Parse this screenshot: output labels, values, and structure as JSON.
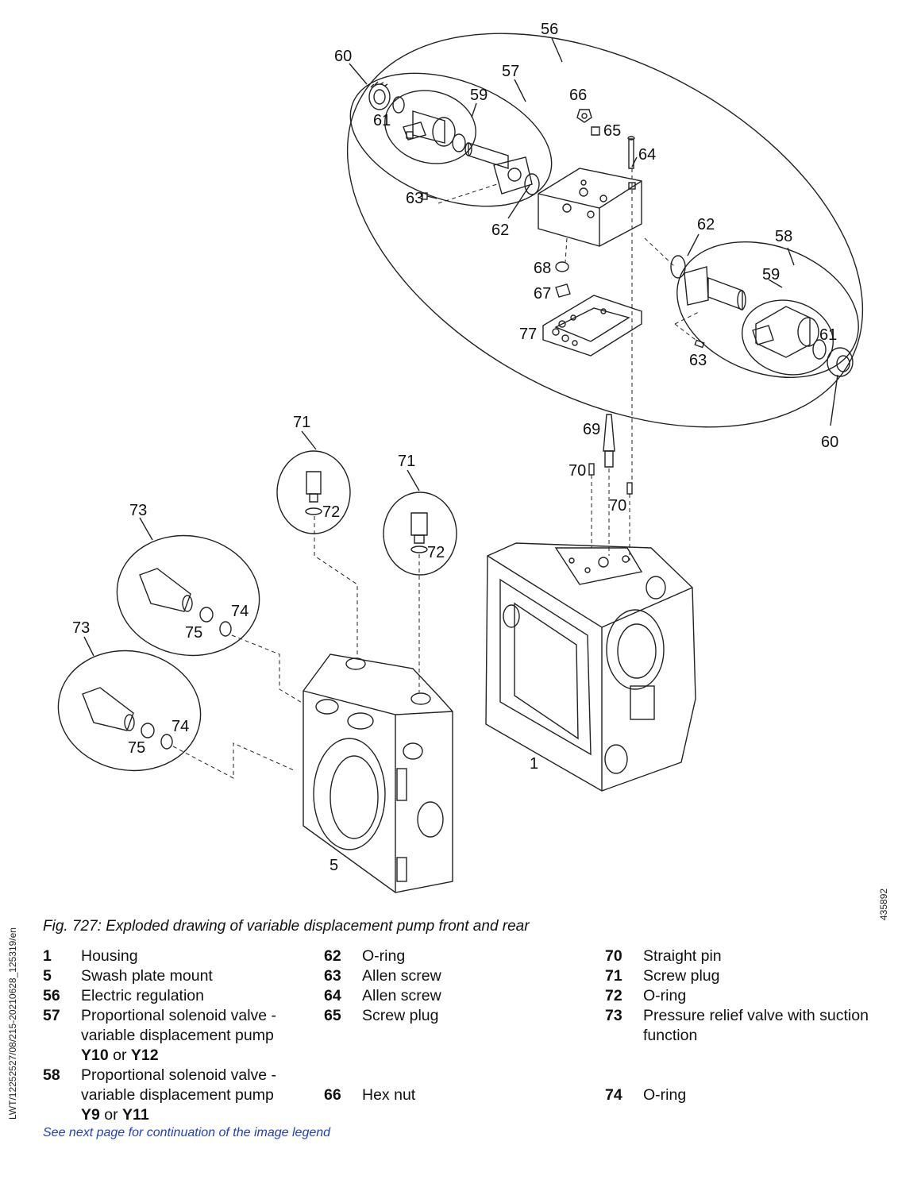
{
  "figure": {
    "caption": "Fig. 727: Exploded drawing of variable displacement pump front and rear",
    "document_id": "LWT/12252527/08/215-20210628_125319/en",
    "drawing_number": "435892",
    "continuation_note": "See next page for continuation of the image legend"
  },
  "callouts": {
    "c1": "1",
    "c5": "5",
    "c56": "56",
    "c57": "57",
    "c58": "58",
    "c59a": "59",
    "c59b": "59",
    "c60a": "60",
    "c60b": "60",
    "c61a": "61",
    "c61b": "61",
    "c62a": "62",
    "c62b": "62",
    "c63a": "63",
    "c63b": "63",
    "c64": "64",
    "c65": "65",
    "c66": "66",
    "c67": "67",
    "c68": "68",
    "c69": "69",
    "c70a": "70",
    "c70b": "70",
    "c71a": "71",
    "c71b": "71",
    "c72a": "72",
    "c72b": "72",
    "c73a": "73",
    "c73b": "73",
    "c74a": "74",
    "c74b": "74",
    "c75a": "75",
    "c75b": "75",
    "c77": "77"
  },
  "legend": {
    "col1": [
      {
        "num": "1",
        "text": "Housing"
      },
      {
        "num": "5",
        "text": "Swash plate mount"
      },
      {
        "num": "56",
        "text": "Electric regulation"
      },
      {
        "num": "57",
        "text": "Proportional solenoid valve - variable displacement pump",
        "code_a": "Y10",
        "or": "or",
        "code_b": "Y12"
      },
      {
        "num": "58",
        "text": "Proportional solenoid valve - variable displacement pump",
        "code_a": "Y9",
        "or": "or",
        "code_b": "Y11"
      }
    ],
    "col2": [
      {
        "num": "62",
        "text": "O-ring"
      },
      {
        "num": "63",
        "text": "Allen screw"
      },
      {
        "num": "64",
        "text": "Allen screw"
      },
      {
        "num": "65",
        "text": "Screw plug"
      },
      {
        "num": "66",
        "text": "Hex nut"
      }
    ],
    "col3": [
      {
        "num": "70",
        "text": "Straight pin"
      },
      {
        "num": "71",
        "text": "Screw plug"
      },
      {
        "num": "72",
        "text": "O-ring"
      },
      {
        "num": "73",
        "text": "Pressure relief valve with suction function"
      },
      {
        "num": "74",
        "text": "O-ring"
      }
    ]
  }
}
